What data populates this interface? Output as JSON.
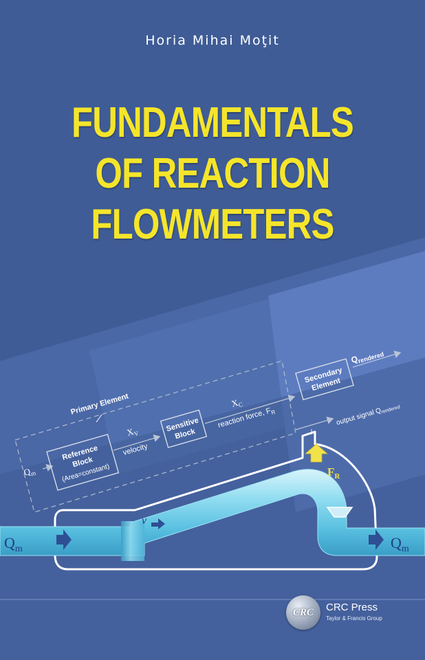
{
  "cover": {
    "author": "Horia Mihai Moţit",
    "title_lines": [
      "FUNDAMENTALS",
      "OF REACTION",
      "FLOWMETERS"
    ],
    "colors": {
      "background": "#3f5c96",
      "title": "#f5e52a",
      "light_band": "#5d7cc0",
      "pipe": "#7fd6ee",
      "arrow_fr": "#f2e24a",
      "arrow_flow": "#2e4f93"
    }
  },
  "diagram": {
    "primary_element": "Primary Element",
    "secondary_element_line1": "Secondary",
    "secondary_element_line2": "Element",
    "q_rendered_main": "Q",
    "q_rendered_sub": "rendered",
    "output_signal_main": "output signal Q",
    "output_signal_sub": "rendered",
    "qm_block_main": "Q",
    "qm_block_sub": "m",
    "reference_block_line1": "Reference",
    "reference_block_line2": "Block",
    "reference_block_line3": "(Area=constant)",
    "xv_main": "X",
    "xv_sub": "V",
    "velocity": "velocity",
    "sensitive_block_line1": "Sensitive",
    "sensitive_block_line2": "Block",
    "xc_main": "X",
    "xc_sub": "C",
    "reaction_force_main": "reaction force, F",
    "reaction_force_sub": "R",
    "fr_main": "F",
    "fr_sub": "R",
    "v_label": "v",
    "qm_left_main": "Q",
    "qm_left_sub": "m",
    "qm_right_main": "Q",
    "qm_right_sub": "m"
  },
  "publisher": {
    "logo_text": "CRC",
    "name": "CRC Press",
    "group": "Taylor & Francis Group"
  }
}
